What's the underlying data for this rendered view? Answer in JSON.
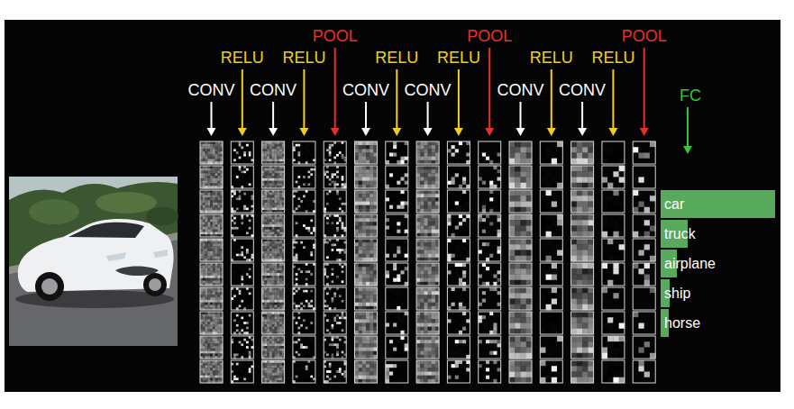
{
  "diagram": {
    "nodes": [
      {
        "text": [
          "car"
        ]
      },
      {
        "text": [
          "truck"
        ]
      },
      {
        "text": [
          "airplane"
        ]
      },
      {
        "text": [
          "ship"
        ]
      },
      {
        "text": [
          "horse"
        ]
      }
    ],
    "labels": [
      "CONV",
      "RELU",
      "CONV",
      "RELU",
      "POOL",
      "CONV",
      "RELU",
      "CONV",
      "RELU",
      "POOL",
      "CONV",
      "RELU",
      "CONV",
      "RELU",
      "POOL",
      "FC"
    ]
  }
}
